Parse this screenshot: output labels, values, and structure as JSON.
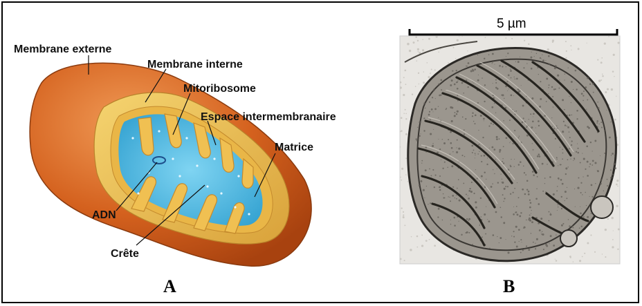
{
  "panel_a": {
    "letter": "A",
    "labels": {
      "outer_membrane": "Membrane externe",
      "inner_membrane": "Membrane interne",
      "mitoribosome": "Mitoribosome",
      "intermembrane_space": "Espace intermembranaire",
      "matrix": "Matrice",
      "dna": "ADN",
      "crista": "Crête"
    }
  },
  "panel_b": {
    "letter": "B",
    "scale_bar_label": "5 µm"
  },
  "colors": {
    "outer_membrane": "#d4611e",
    "intermembrane": "#e7b94a",
    "matrix": "#46b6e0",
    "border": "#000000"
  }
}
